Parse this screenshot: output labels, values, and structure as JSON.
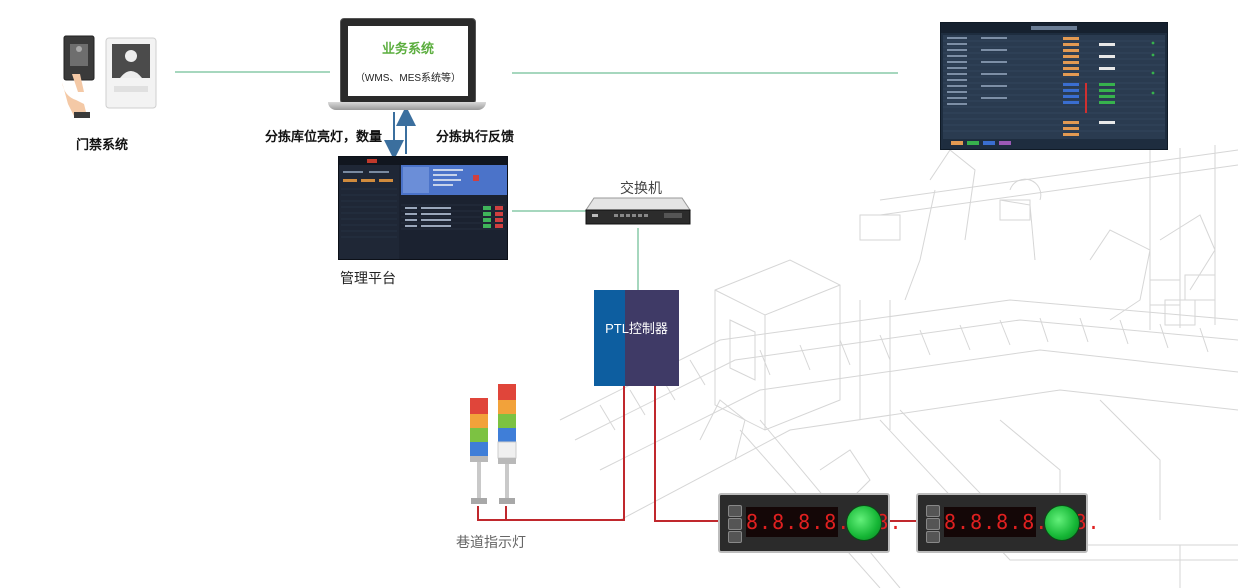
{
  "nodes": {
    "access_control": {
      "label": "门禁系统"
    },
    "business_system": {
      "title": "业务系统",
      "subtitle": "（WMS、MES系统等）"
    },
    "management_platform": {
      "label": "管理平台"
    },
    "switch": {
      "label": "交换机"
    },
    "ptl_controller": {
      "label": "PTL控制器"
    },
    "lane_light": {
      "label": "巷道指示灯"
    },
    "ptl_display": {
      "digits": "8.8.8.8.8.8."
    }
  },
  "edges": {
    "down_label": "分拣库位亮灯，数量",
    "up_label": "分拣执行反馈"
  },
  "colors": {
    "network_line": "#4caf7d",
    "signal_line": "#c0282d",
    "arrow": "#3b6f9e",
    "accent_green": "#5cae3f"
  }
}
